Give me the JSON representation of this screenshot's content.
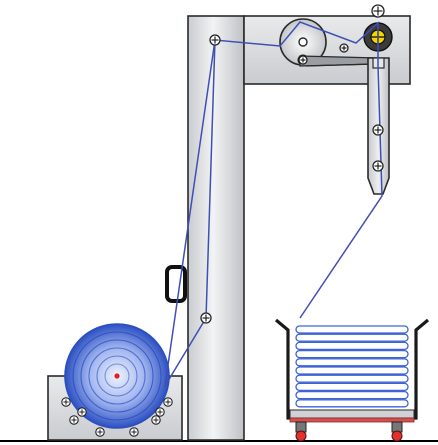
{
  "diagram": {
    "kind": "fiber-takeup-machine",
    "components": [
      "supply-roll",
      "vertical-column",
      "top-head",
      "dancer-arm",
      "traverse-guide",
      "collection-basket",
      "guide-rollers",
      "fiber-path"
    ],
    "colors": {
      "frame_fill": "#d8dadc",
      "frame_stroke": "#2a2a2a",
      "fiber": "#3f4fb4",
      "coil": "#3e63d6",
      "roll_light": "#dfe6fb",
      "roll_dark": "#2a4fc0",
      "roll_center": "#e02020",
      "wheel": "#e03030",
      "cart_rail": "#d35050",
      "accent_yellow": "#f5d400",
      "ground": "#000000"
    },
    "counts": {
      "coil_loops": 10,
      "base_bolts": 8
    }
  }
}
